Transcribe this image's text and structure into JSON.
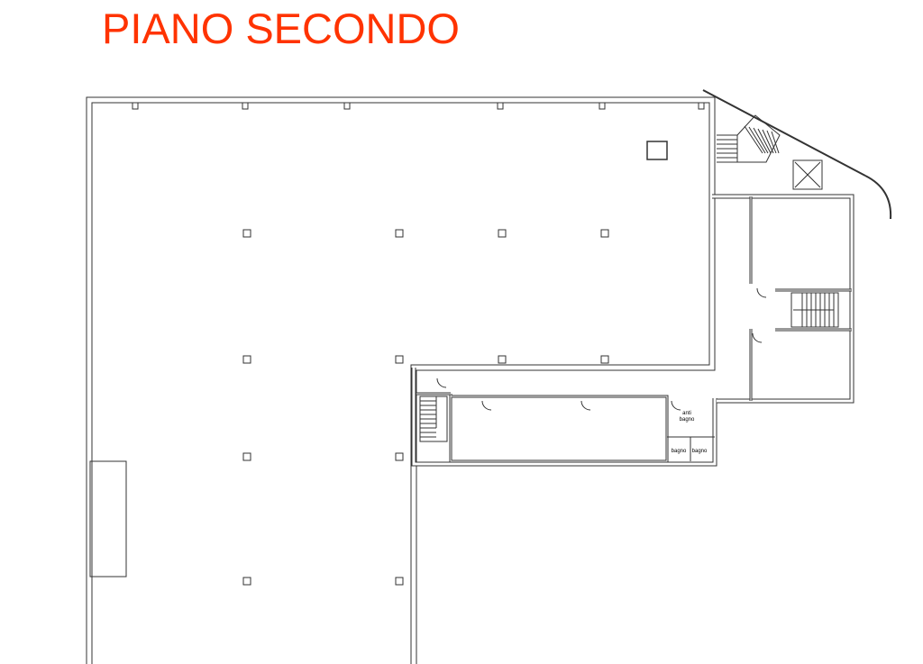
{
  "title": "PIANO SECONDO",
  "labels": {
    "antibagno_line1": "anti",
    "antibagno_line2": "bagno",
    "bagno_left": "bagno",
    "bagno_right": "bagno"
  },
  "colors": {
    "title": "#ff3300",
    "wall": "#333333"
  }
}
